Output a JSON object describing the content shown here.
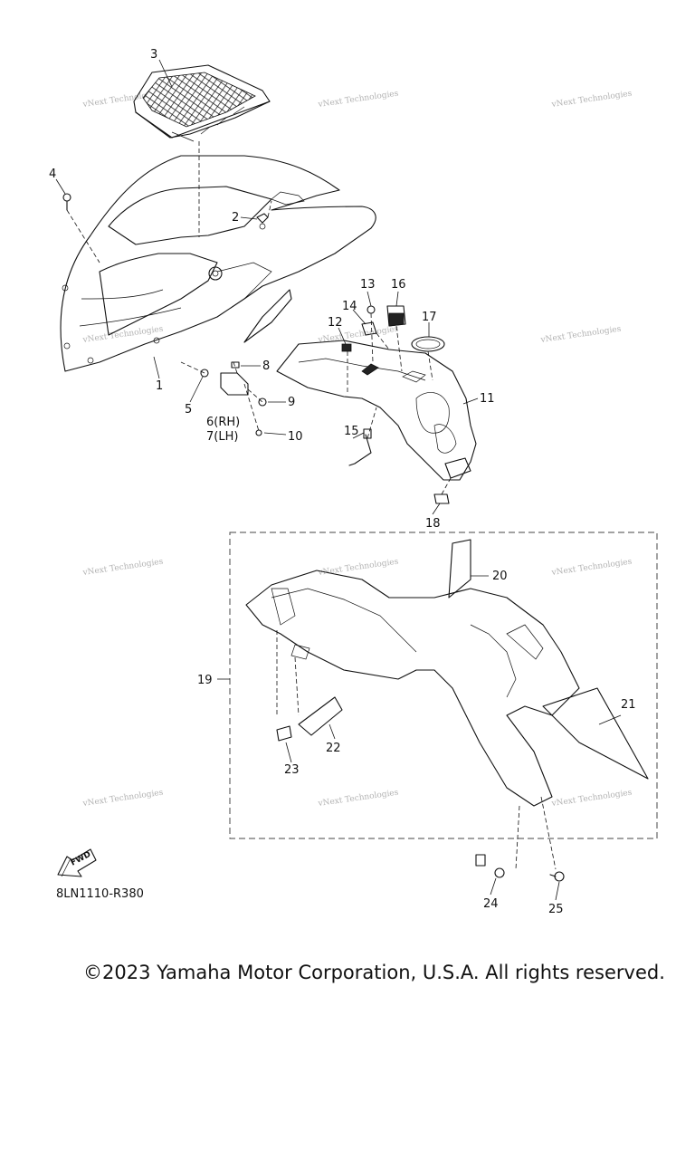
{
  "callouts": [
    {
      "id": "3",
      "label": "3"
    },
    {
      "id": "4",
      "label": "4"
    },
    {
      "id": "2",
      "label": "2"
    },
    {
      "id": "1",
      "label": "1"
    },
    {
      "id": "5",
      "label": "5"
    },
    {
      "id": "6",
      "label": "6(RH)"
    },
    {
      "id": "7",
      "label": "7(LH)"
    },
    {
      "id": "8",
      "label": "8"
    },
    {
      "id": "9",
      "label": "9"
    },
    {
      "id": "10",
      "label": "10"
    },
    {
      "id": "11",
      "label": "11"
    },
    {
      "id": "12",
      "label": "12"
    },
    {
      "id": "13",
      "label": "13"
    },
    {
      "id": "14",
      "label": "14"
    },
    {
      "id": "15",
      "label": "15"
    },
    {
      "id": "16",
      "label": "16"
    },
    {
      "id": "17",
      "label": "17"
    },
    {
      "id": "18",
      "label": "18"
    },
    {
      "id": "19",
      "label": "19"
    },
    {
      "id": "20",
      "label": "20"
    },
    {
      "id": "21",
      "label": "21"
    },
    {
      "id": "22",
      "label": "22"
    },
    {
      "id": "23",
      "label": "23"
    },
    {
      "id": "24",
      "label": "24"
    },
    {
      "id": "25",
      "label": "25"
    }
  ],
  "fwd_label": "FWD",
  "diagram_code": "8LN1110-R380",
  "watermark": "vNext Technologies",
  "copyright": "©2023 Yamaha Motor Corporation, U.S.A. All rights reserved."
}
